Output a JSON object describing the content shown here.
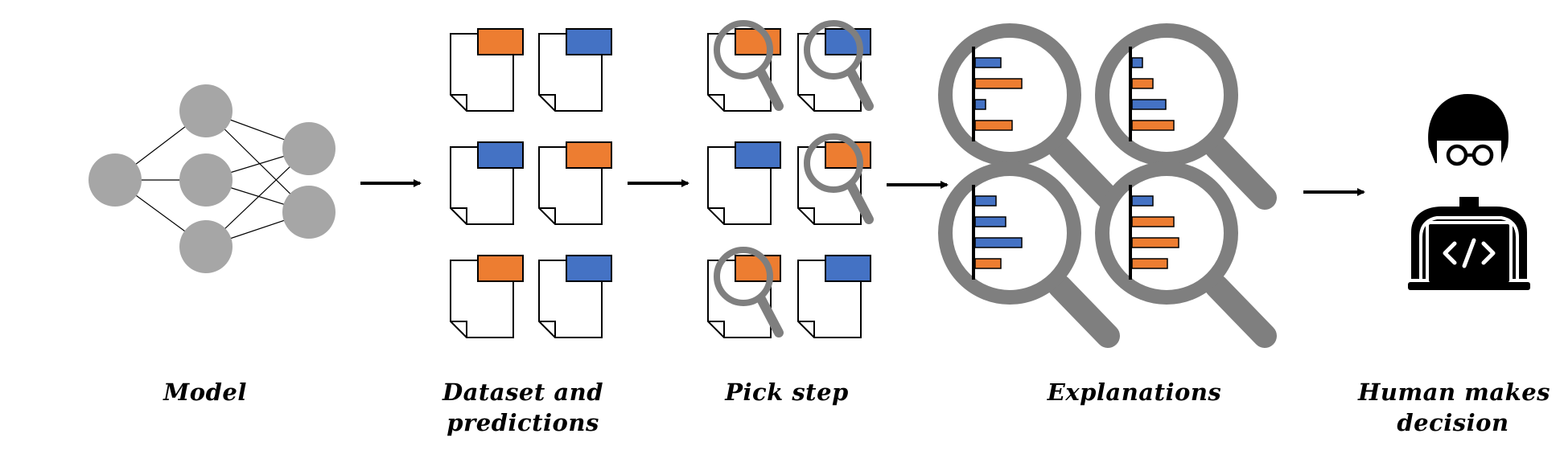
{
  "stages": {
    "model": "Model",
    "dataset": [
      "Dataset and",
      "predictions"
    ],
    "pick": "Pick step",
    "explanations": "Explanations",
    "human": [
      "Human makes",
      "decision"
    ]
  },
  "colors": {
    "orange": "#ED7D31",
    "blue": "#4472C4",
    "node": "#A6A6A6",
    "lens": "#7F7F7F",
    "ink": "#000000"
  },
  "icons": {
    "model": "neural-network-icon",
    "document": "document-icon",
    "magnifier": "magnifying-glass-icon",
    "bar_chart": "bar-chart-icon",
    "person": "person-with-laptop-icon",
    "arrow": "arrow-right-icon"
  },
  "dataset_tags": [
    "orange",
    "blue",
    "blue",
    "orange",
    "orange",
    "blue"
  ],
  "picked": [
    true,
    true,
    false,
    true,
    true,
    false
  ],
  "explanations": [
    {
      "bars": [
        {
          "c": "blue",
          "v": 0.55
        },
        {
          "c": "orange",
          "v": 1.0
        },
        {
          "c": "blue",
          "v": 0.22
        },
        {
          "c": "orange",
          "v": 0.8
        }
      ]
    },
    {
      "bars": [
        {
          "c": "blue",
          "v": 0.22
        },
        {
          "c": "orange",
          "v": 0.45
        },
        {
          "c": "blue",
          "v": 0.72
        },
        {
          "c": "orange",
          "v": 0.9
        }
      ]
    },
    {
      "bars": [
        {
          "c": "blue",
          "v": 0.45
        },
        {
          "c": "blue",
          "v": 0.65
        },
        {
          "c": "blue",
          "v": 1.0
        },
        {
          "c": "orange",
          "v": 0.55
        }
      ]
    },
    {
      "bars": [
        {
          "c": "blue",
          "v": 0.45
        },
        {
          "c": "orange",
          "v": 0.9
        },
        {
          "c": "orange",
          "v": 1.0
        },
        {
          "c": "orange",
          "v": 0.75
        }
      ]
    }
  ]
}
